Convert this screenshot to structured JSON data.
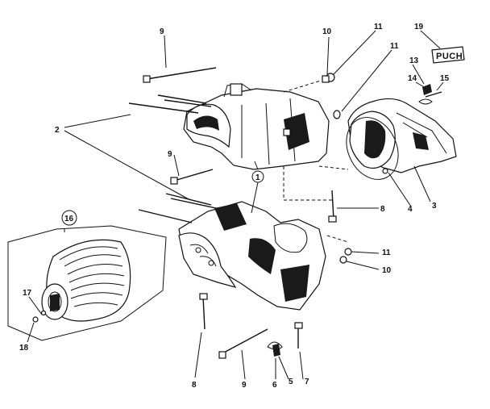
{
  "diagram": {
    "brand_label": "PUCH",
    "callouts": [
      "9",
      "10",
      "11",
      "19",
      "11",
      "13",
      "14",
      "15",
      "2",
      "9",
      "1",
      "4",
      "3",
      "8",
      "16",
      "11",
      "10",
      "17",
      "18",
      "8",
      "9",
      "6",
      "5",
      "7"
    ]
  }
}
